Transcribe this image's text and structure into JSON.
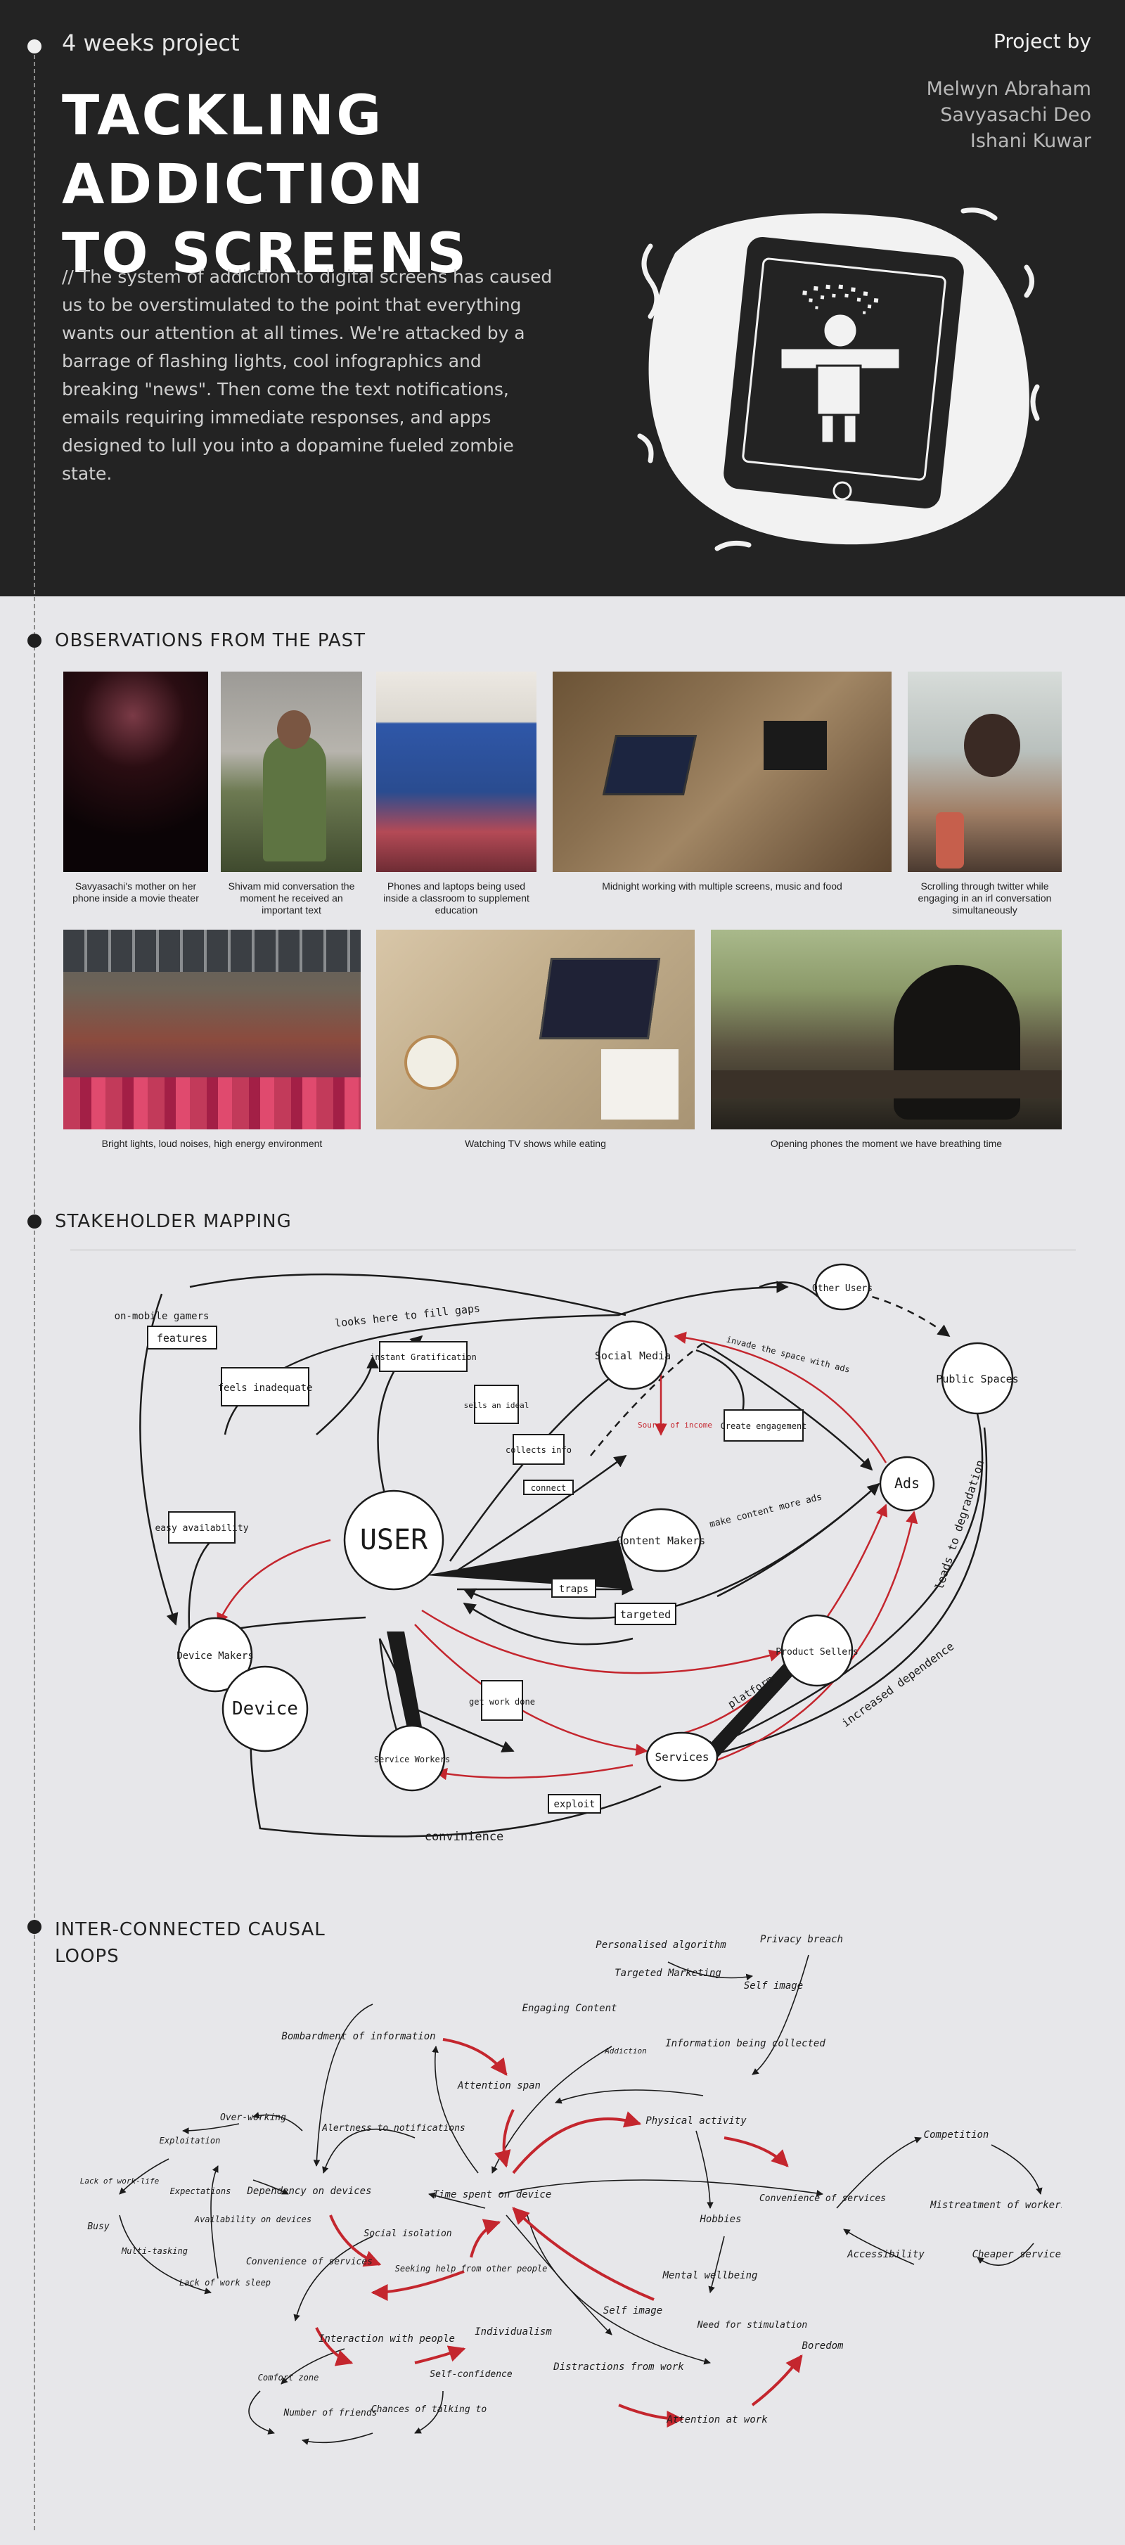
{
  "hero": {
    "eyebrow": "4 weeks project",
    "title_line1": "TACKLING ADDICTION",
    "title_line2": "TO SCREENS",
    "project_by": "Project by",
    "members": [
      "Melwyn Abraham",
      "Savyasachi Deo",
      "Ishani Kuwar"
    ],
    "intro": "//  The system of addiction to digital screens has caused us to be overstimulated to the point that everything wants our attention at all times. We're attacked by a barrage of flashing lights, cool infographics and breaking \"news\". Then come the text notifications, emails requiring immediate responses, and apps designed to lull you into a dopamine fueled zombie state."
  },
  "colors": {
    "dark": "#232323",
    "page": "#e7e7ea",
    "accent_red": "#c4262e",
    "ink": "#1b1b1b"
  },
  "observations": {
    "title": "OBSERVATIONS FROM THE PAST",
    "row1": [
      "Savyasachi's mother on her phone inside a movie theater",
      "Shivam mid conversation the moment he received an important text",
      "Phones and laptops being used inside a classroom to supplement education",
      "Midnight working with multiple screens, music and food",
      "Scrolling through twitter while engaging in an irl conversation simultaneously"
    ],
    "row2": [
      "Bright lights, loud noises, high energy environment",
      "Watching TV shows while eating",
      "Opening phones the moment we have breathing time"
    ]
  },
  "stakeholder": {
    "title": "STAKEHOLDER MAPPING",
    "nodes": {
      "user": "USER",
      "social_media": "Social Media",
      "content_makers": "Content Makers",
      "ads": "Ads",
      "public_spaces": "Public Spaces",
      "other_users": "Other Users",
      "device_makers": "Device Makers",
      "device": "Device",
      "service_workers": "Service Workers",
      "services": "Services",
      "product_sellers": "Product Sellers"
    },
    "labels": {
      "on_mobile_gamers": "on-mobile gamers",
      "features": "features",
      "looks_here": "looks here to fill gaps",
      "feels_inadequate": "feels inadequate",
      "instant_grat": "instant Gratification",
      "sells_ideal": "sells an ideal",
      "collects_info": "collects info",
      "connect": "connect",
      "create_engagement": "Create engagement",
      "source_income": "Source of income",
      "invade_space": "invade the space with ads",
      "easy_availability": "easy availability",
      "more_content": "make content more ads",
      "traps": "traps",
      "targeted": "targeted",
      "get_work_done": "get work done",
      "exploit": "exploit",
      "platform": "platform",
      "leads_degradation": "leads to degradation",
      "increased_dependence": "increased dependence",
      "convinience": "convinience"
    }
  },
  "causal": {
    "title_line1": "INTER-CONNECTED CAUSAL",
    "title_line2": "LOOPS",
    "labels": {
      "personalised": "Personalised algorithm",
      "targeted_marketing": "Targeted Marketing",
      "privacy_breach": "Privacy breach",
      "self_image": "Self image",
      "engaging_content": "Engaging Content",
      "addiction": "Addiction",
      "info_collected": "Information being collected",
      "bombardment": "Bombardment of information",
      "attention_span": "Attention span",
      "over_working": "Over-working",
      "exploitation": "Exploitation",
      "alertness": "Alertness to notifications",
      "physical_activity": "Physical activity",
      "competition": "Competition",
      "lack_of_work_life": "Lack of work-life",
      "expectations": "Expectations",
      "dependency": "Dependency on devices",
      "time_spent": "Time spent on device",
      "cheaper_services": "Cheaper services",
      "mistreatment": "Mistreatment of workers",
      "busy": "Busy",
      "multi_tasking": "Multi-tasking",
      "availability": "Availability on devices",
      "social_isolation": "Social isolation",
      "hobbies": "Hobbies",
      "accessibility": "Accessibility",
      "lack_of_sleep": "Lack of work sleep",
      "convenience_services": "Convenience of services",
      "seeking_help": "Seeking help from other people",
      "mental_wellbeing": "Mental wellbeing",
      "self_image2": "Self image",
      "need_stimulation": "Need for stimulation",
      "interaction": "Interaction with people",
      "individualism": "Individualism",
      "boredom": "Boredom",
      "comfort_zone": "Comfort zone",
      "self_confidence": "Self-confidence",
      "distractions": "Distractions from work",
      "number_friends": "Number of friends",
      "chances_talking": "Chances of talking to",
      "attention_work": "Attention at work"
    }
  }
}
